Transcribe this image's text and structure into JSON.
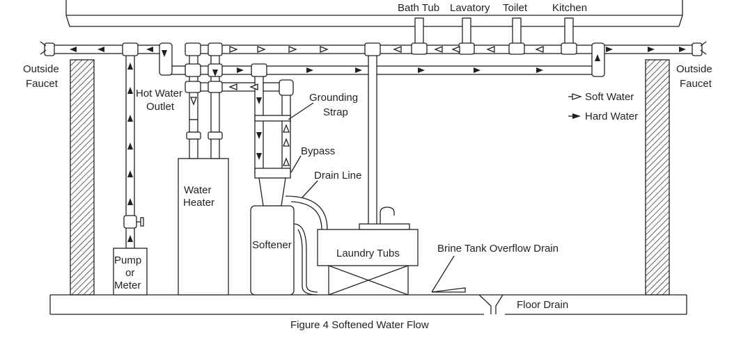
{
  "labels": {
    "bath_tub": "Bath Tub",
    "lavatory": "Lavatory",
    "toilet": "Toilet",
    "kitchen": "Kitchen",
    "outside_faucet_left_1": "Outside",
    "outside_faucet_left_2": "Faucet",
    "outside_faucet_right_1": "Outside",
    "outside_faucet_right_2": "Faucet",
    "hot_water_outlet_1": "Hot Water",
    "hot_water_outlet_2": "Outlet",
    "grounding_strap_1": "Grounding",
    "grounding_strap_2": "Strap",
    "bypass": "Bypass",
    "drain_line": "Drain Line",
    "water_heater_1": "Water",
    "water_heater_2": "Heater",
    "softener": "Softener",
    "laundry_tubs": "Laundry Tubs",
    "brine_tank_overflow_drain": "Brine Tank Overflow Drain",
    "pump_meter_1": "Pump",
    "pump_meter_2": "or",
    "pump_meter_3": "Meter",
    "floor_drain": "Floor Drain"
  },
  "legend": {
    "soft_water": "Soft Water",
    "hard_water": "Hard Water"
  },
  "caption": "Figure 4 Softened Water Flow",
  "colors": {
    "ink": "#231f20",
    "background": "#ffffff"
  }
}
